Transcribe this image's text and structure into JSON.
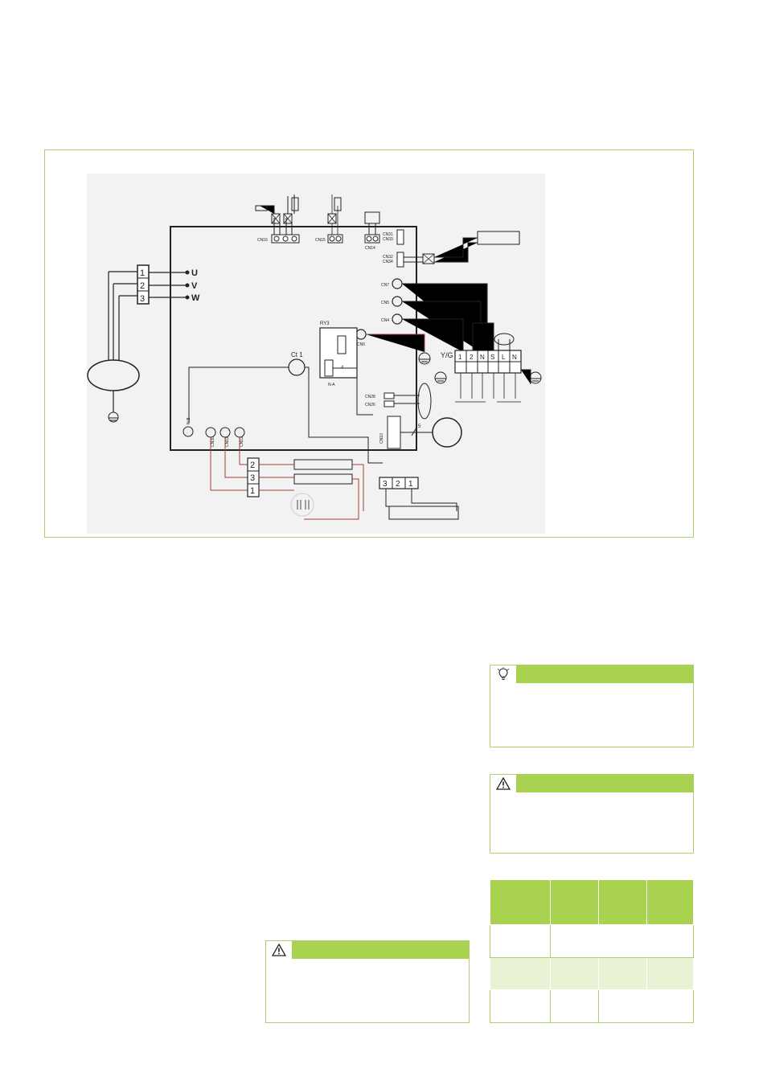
{
  "diagram": {
    "terminal_left": {
      "numbers": [
        "1",
        "2",
        "3"
      ],
      "phases": [
        "U",
        "V",
        "W"
      ]
    },
    "board_connectors": {
      "top": [
        "CN16",
        "CN15",
        "CN14",
        "CN31",
        "CN33",
        "CN32",
        "CN34"
      ],
      "right": [
        "CN7",
        "CN5",
        "CN4",
        "CN6"
      ],
      "relay": "RY3",
      "relay_pin": "4",
      "relay_tag": "N-A",
      "ct": "Ct 1",
      "fan": [
        "CN28",
        "CN26"
      ],
      "cn10": "CN10",
      "cn10_pins": "5",
      "neutral": "N-B",
      "bottom": [
        "CN30",
        "CN11",
        "CN12"
      ]
    },
    "power_terminal": {
      "yg": "Y/G",
      "labels": [
        "1",
        "2",
        "N",
        "S",
        "L",
        "N"
      ]
    },
    "bottom_terminal": [
      "2",
      "3",
      "1"
    ],
    "bottom_terminal_right": [
      "3",
      "2",
      "1"
    ]
  },
  "notes": {
    "tip_icon": "lightbulb-icon",
    "warning_icon": "warning-icon"
  },
  "colors": {
    "accent": "#a9d251",
    "accent_light": "#e8f3d4",
    "wire_red": "#a0403a"
  }
}
